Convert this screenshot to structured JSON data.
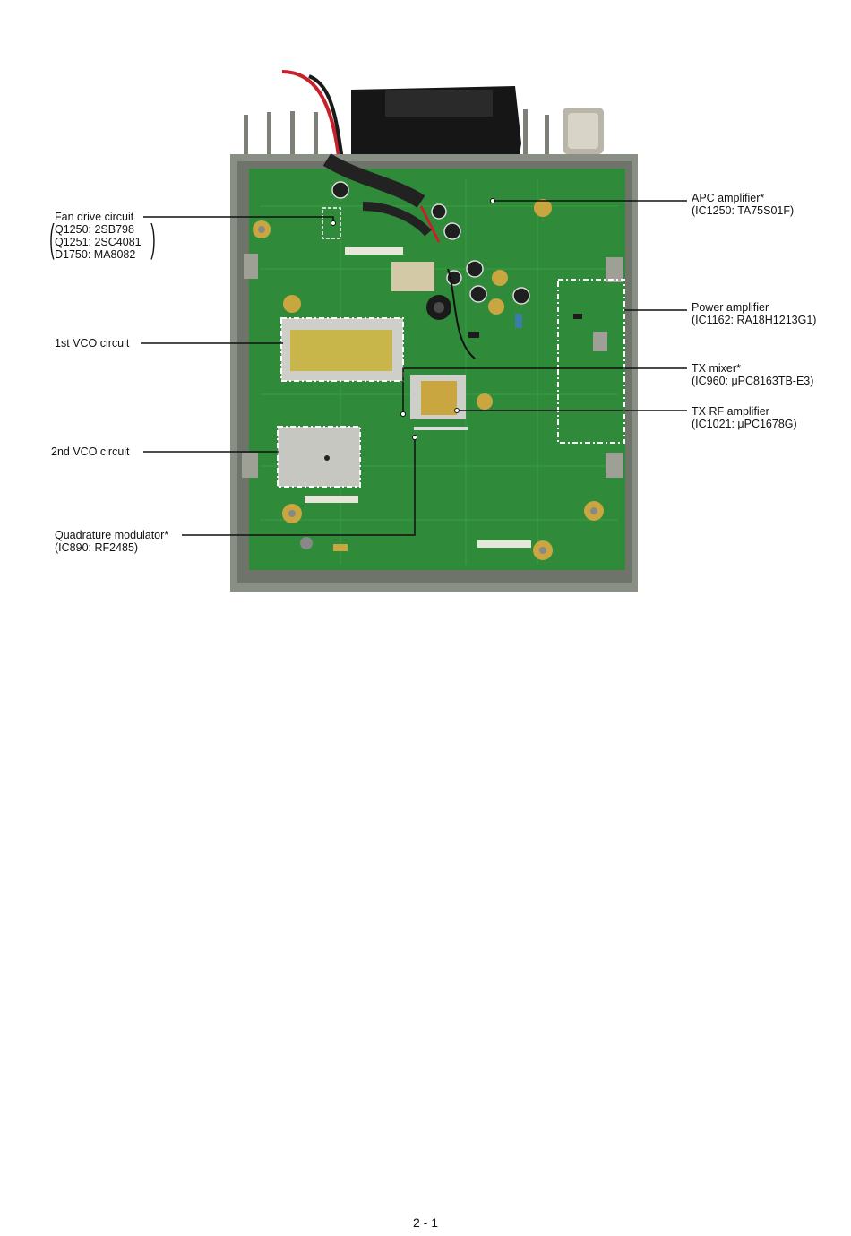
{
  "labels": {
    "fan_drive": {
      "title": "Fan drive circuit",
      "lines": [
        "Q1250: 2SB798",
        "Q1251: 2SC4081",
        "D1750: MA8082"
      ]
    },
    "vco1": "1st VCO circuit",
    "vco2": "2nd VCO circuit",
    "quad_mod": [
      "Quadrature modulator*",
      "(IC890: RF2485)"
    ],
    "apc": [
      "APC amplifier*",
      "(IC1250: TA75S01F)"
    ],
    "power_amp": [
      "Power amplifier",
      "(IC1162: RA18H1213G1)"
    ],
    "tx_mixer": [
      "TX mixer*",
      "(IC960: μPC8163TB-E3)"
    ],
    "tx_rf": [
      "TX RF amplifier",
      "(IC1021: μPC1678G)"
    ]
  },
  "page_number": "2 - 1",
  "colors": {
    "pcb": "#2f8a3a",
    "chassis": "#8a8f86",
    "shield": "#c9c9c4",
    "gold": "#c9a640",
    "line": "#111111"
  }
}
